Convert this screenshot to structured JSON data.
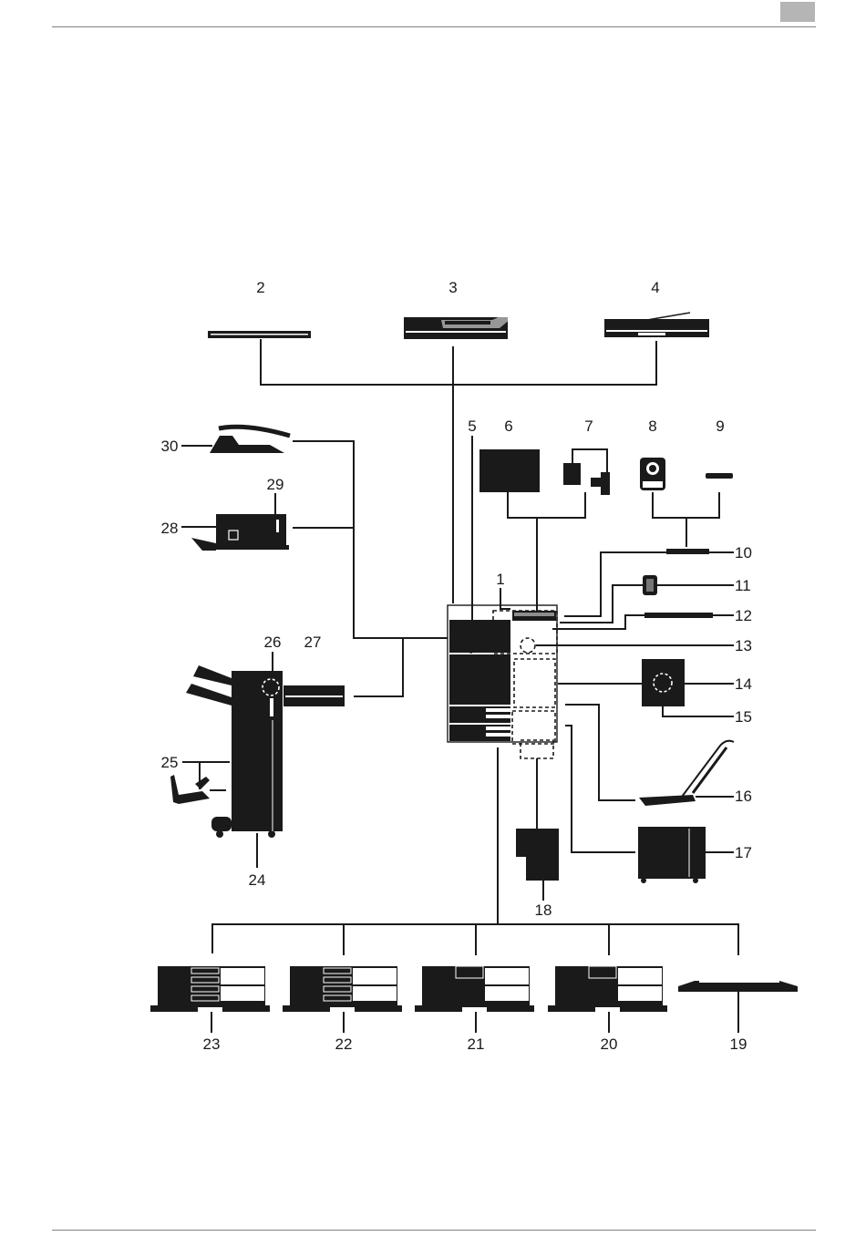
{
  "header": {
    "tab_color": "#b5b5b5"
  },
  "labels": {
    "l1": "1",
    "l2": "2",
    "l3": "3",
    "l4": "4",
    "l5": "5",
    "l6": "6",
    "l7": "7",
    "l8": "8",
    "l9": "9",
    "l10": "10",
    "l11": "11",
    "l12": "12",
    "l13": "13",
    "l14": "14",
    "l15": "15",
    "l16": "16",
    "l17": "17",
    "l18": "18",
    "l19": "19",
    "l20": "20",
    "l21": "21",
    "l22": "22",
    "l23": "23",
    "l24": "24",
    "l25": "25",
    "l26": "26",
    "l27": "27",
    "l28": "28",
    "l29": "29",
    "l30": "30"
  }
}
